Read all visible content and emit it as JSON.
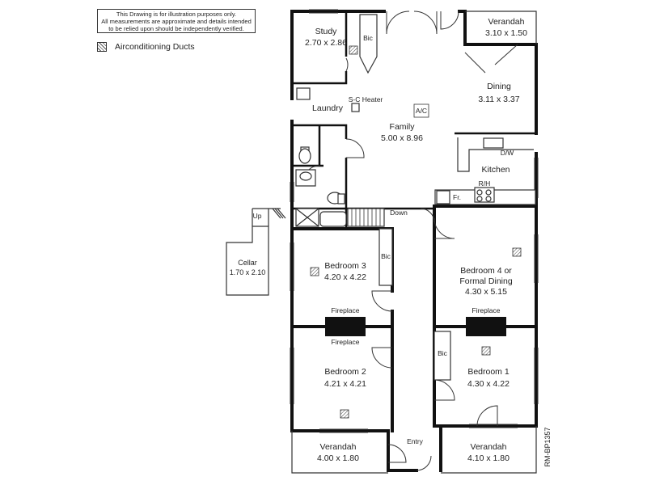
{
  "disclaimer": {
    "line1": "This Drawing is for illustration purposes only.",
    "line2": "All measurements are approximate and details intended",
    "line3": "to be relied upon should be independently verified."
  },
  "legend": {
    "icon": "duct-hatch-icon",
    "label": "Airconditioning Ducts"
  },
  "rooms": {
    "study": {
      "name": "Study",
      "size": "2.70 x 2.86"
    },
    "verandah_ne": {
      "name": "Verandah",
      "size": "3.10 x 1.50"
    },
    "dining": {
      "name": "Dining",
      "size": "3.11 x 3.37"
    },
    "laundry": {
      "name": "Laundry"
    },
    "family": {
      "name": "Family",
      "size": "5.00 x 8.96"
    },
    "kitchen": {
      "name": "Kitchen"
    },
    "cellar": {
      "name": "Cellar",
      "size": "1.70 x 2.10"
    },
    "bedroom3": {
      "name": "Bedroom 3",
      "size": "4.20 x 4.22"
    },
    "bedroom4": {
      "name1": "Bedroom 4 or",
      "name2": "Formal Dining",
      "size": "4.30 x 5.15"
    },
    "bedroom2": {
      "name": "Bedroom 2",
      "size": "4.21 x 4.21"
    },
    "bedroom1": {
      "name": "Bedroom 1",
      "size": "4.30 x 4.22"
    },
    "verandah_sw": {
      "name": "Verandah",
      "size": "4.00 x 1.80"
    },
    "verandah_se": {
      "name": "Verandah",
      "size": "4.10 x 1.80"
    }
  },
  "labels": {
    "bic": "Bic",
    "sc_heater": "S-C Heater",
    "ac": "A/C",
    "dw": "D/W",
    "rh": "R/H",
    "fr": "Fr.",
    "up": "Up",
    "down": "Down",
    "fireplace": "Fireplace",
    "entry": "Entry",
    "ref": "RM-BP1357"
  }
}
